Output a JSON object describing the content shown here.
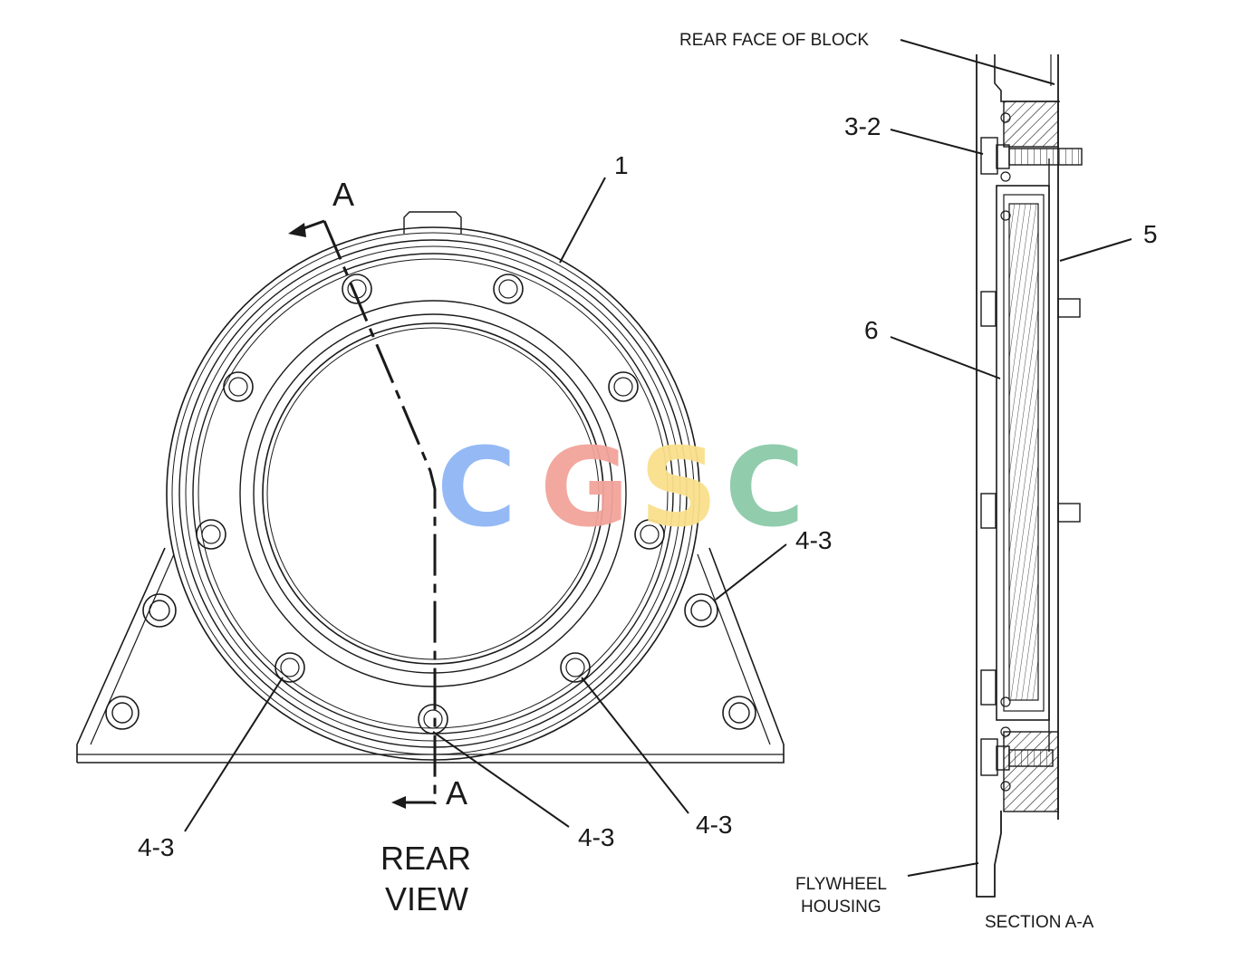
{
  "diagram": {
    "labels": {
      "rear_face_of_block": "REAR FACE OF BLOCK",
      "callout_3_2": "3-2",
      "callout_1": "1",
      "callout_5": "5",
      "callout_6": "6",
      "callout_4_3_right": "4-3",
      "callout_4_3_left": "4-3",
      "callout_4_3_bottom_center": "4-3",
      "callout_4_3_bottom_right": "4-3",
      "section_marker_top": "A",
      "section_marker_bottom": "A",
      "rear_view_line1": "REAR",
      "rear_view_line2": "VIEW",
      "flywheel_housing_line1": "FLYWHEEL",
      "flywheel_housing_line2": "HOUSING",
      "section_title": "SECTION A-A"
    },
    "watermark": {
      "letters": [
        "C",
        "G",
        "S",
        "C"
      ],
      "colors": [
        "#8fb6f5",
        "#f2a49a",
        "#f9e08c",
        "#8ccaa8"
      ]
    }
  }
}
